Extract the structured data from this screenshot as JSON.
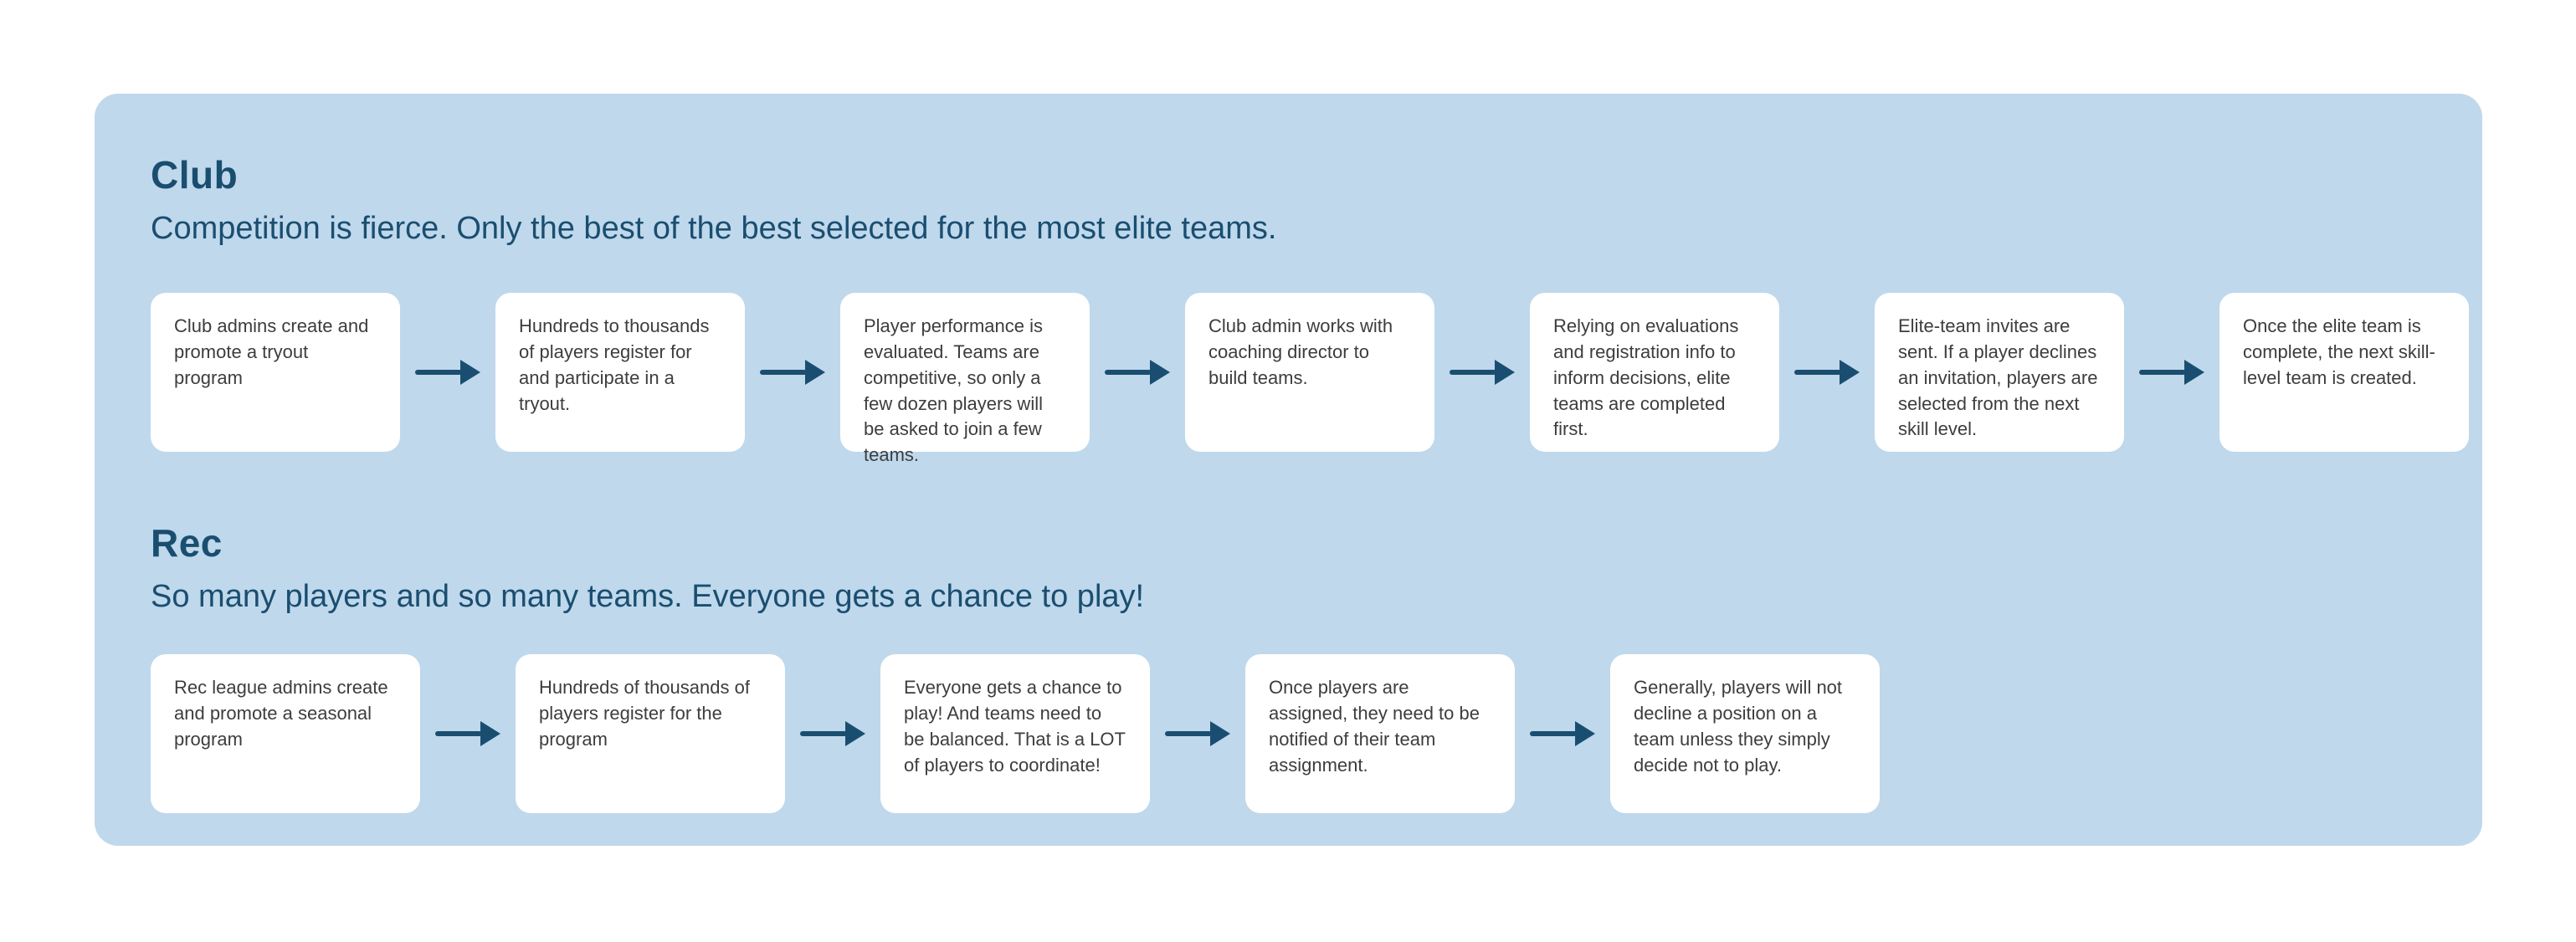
{
  "colors": {
    "panel_blue": "#bfd8ec",
    "accent_navy": "#1a4e70",
    "card_background": "#ffffff",
    "card_text": "#3d3d3d",
    "page_background": "#ffffff"
  },
  "sections": [
    {
      "id": "club",
      "title": "Club",
      "subtitle": "Competition is fierce. Only the best of the best selected for the most elite teams.",
      "steps": [
        "Club admins create and promote a tryout program",
        "Hundreds to thousands of players register for and participate in a tryout.",
        "Player performance is evaluated. Teams are competitive, so only a few dozen players will be asked to join a few teams.",
        "Club admin works with coaching director to build teams.",
        "Relying on evaluations and registration info to inform decisions, elite teams are completed first.",
        "Elite-team invites are sent. If a player declines an invitation, players are selected from the next skill level.",
        "Once the elite team is complete, the next skill-level team is created."
      ]
    },
    {
      "id": "rec",
      "title": "Rec",
      "subtitle": "So many players and so many teams. Everyone gets a chance to play!",
      "steps": [
        "Rec league admins create and promote a seasonal program",
        "Hundreds of thousands of players register for the program",
        "Everyone gets a chance to play! And teams need to be balanced. That is a LOT of players to coordinate!",
        "Once players are assigned, they need to be notified of their team assignment.",
        "Generally, players will not decline a position on a team unless they simply decide not to play."
      ]
    }
  ]
}
